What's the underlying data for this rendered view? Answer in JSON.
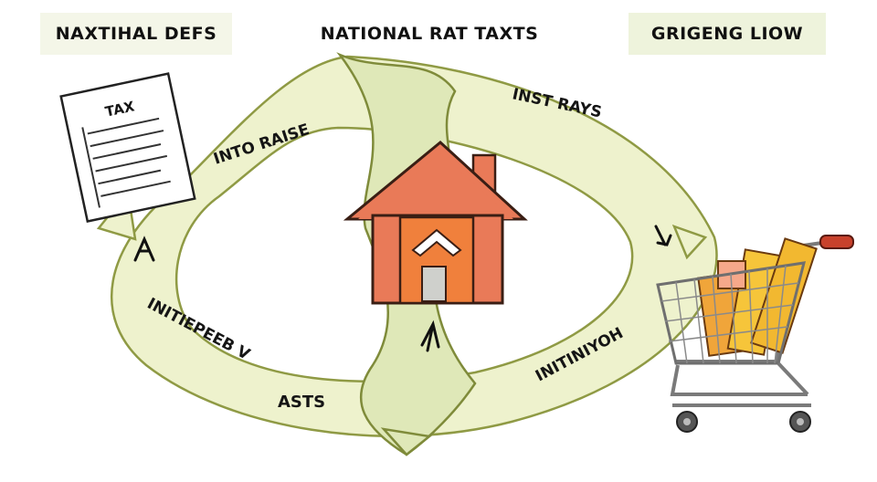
{
  "headers": {
    "left": "NAXTIHAL DEFS",
    "center": "NATIONAL RAT TAXTS",
    "right": "GRIGENG LIOW"
  },
  "document": {
    "title": "TAX"
  },
  "cycle_labels": {
    "top_left": "INTO RAISE",
    "top_right": "INST RAYS",
    "bottom_left_1": "INITIEPEEB V",
    "bottom_left_2": "ASTS",
    "bottom_right": "INITINIYOH"
  },
  "colors": {
    "loop_fill": "#eef2cd",
    "loop_stroke": "#8f9a44",
    "house": "#e97a58",
    "cart_goods": "#f0a53a"
  },
  "icons": [
    "tax-form-icon",
    "house-icon",
    "shopping-cart-icon"
  ]
}
